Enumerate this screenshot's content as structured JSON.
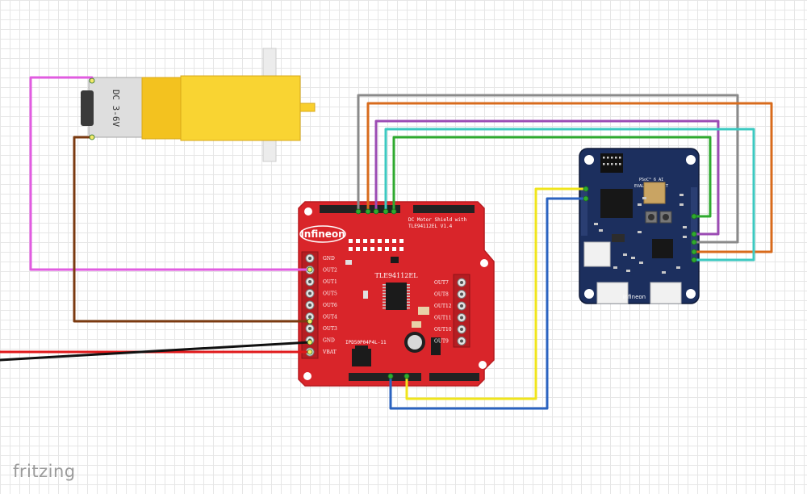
{
  "app": {
    "logo_text": "fritzing"
  },
  "motor": {
    "label": "DC 3-6V"
  },
  "shield": {
    "brand": "Infineon",
    "title_line1": "DC Motor Shield with",
    "title_line2": "TLE94112EL V1.4",
    "chip_label": "TLE94112EL",
    "regulator_label": "IPD50P04P4L-11",
    "left_pins": [
      "GND",
      "OUT2",
      "OUT1",
      "OUT5",
      "OUT6",
      "OUT4",
      "OUT3",
      "GND",
      "VBAT"
    ],
    "right_pins": [
      "OUT7",
      "OUT8",
      "OUT12",
      "OUT11",
      "OUT10",
      "OUT9"
    ]
  },
  "eval_board": {
    "title_line1": "PSoC™ 6 AI",
    "title_line2": "EVALUATION KIT",
    "brand": "infineon"
  },
  "colors": {
    "shield_red": "#d9252a",
    "eval_blue": "#1c2f5e",
    "motor_yellow": "#f9cf2d",
    "wire_magenta": "#e15ce0",
    "wire_brown": "#7b3a10",
    "wire_gray": "#8a8a8a",
    "wire_orange": "#d86b1c",
    "wire_purple": "#9c4cb4",
    "wire_cyan": "#3cc9c1",
    "wire_green": "#2faa2f",
    "wire_yellow": "#f0e51c",
    "wire_blue": "#2b63c0",
    "wire_red": "#e0191b",
    "wire_black": "#111111"
  }
}
